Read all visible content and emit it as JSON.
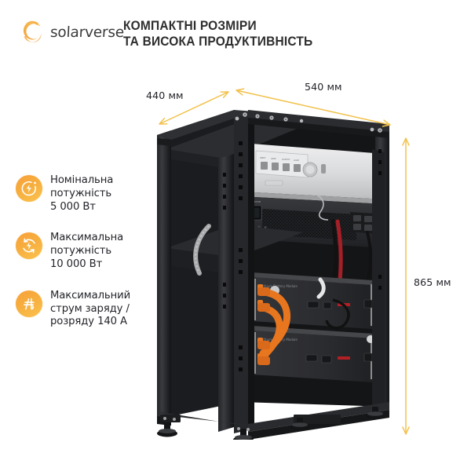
{
  "background_color": "#ffffff",
  "brand": {
    "logo_icon": "solar-swirl-logo-icon",
    "name": "solarverse",
    "logo_color": "#F4A23C",
    "text_color": "#3B3B3B"
  },
  "header": {
    "headline_line1": "КОМПАКТНІ РОЗМІРИ",
    "headline_line2": "ТА ВИСОКА ПРОДУКТИВНІСТЬ",
    "headline_color": "#2E2E2E"
  },
  "features": {
    "accent_color": "#F7A93C",
    "items": [
      {
        "icon": "power-bolt-icon",
        "line1": "Номінальна",
        "line2": "потужність",
        "line3": "5 000 Вт"
      },
      {
        "icon": "peak-power-cycle-bolt-icon",
        "line1": "Максимальна",
        "line2": "потужність",
        "line3": "10 000 Вт"
      },
      {
        "icon": "ampere-current-icon",
        "line1": "Максимальний",
        "line2": "струм заряду /",
        "line3": "розряду 140 А"
      }
    ]
  },
  "dimensions": {
    "line_color": "#F2C14A",
    "text_color": "#23242A",
    "depth": "440 мм",
    "width": "540 мм",
    "height": "865 мм"
  },
  "product": {
    "name": "battery-rack-cabinet",
    "description": "Black server rack cabinet with inverter module and two lithium battery modules",
    "frame_color": "#1A1A1C",
    "inverter_panel_color": "#D8D9DB",
    "battery_module_color": "#2A2B2E",
    "cable_colors": {
      "battery_link": "#E8761F",
      "positive": "#B4202A",
      "negative": "#161616",
      "comm": "#A8A9AB"
    }
  }
}
